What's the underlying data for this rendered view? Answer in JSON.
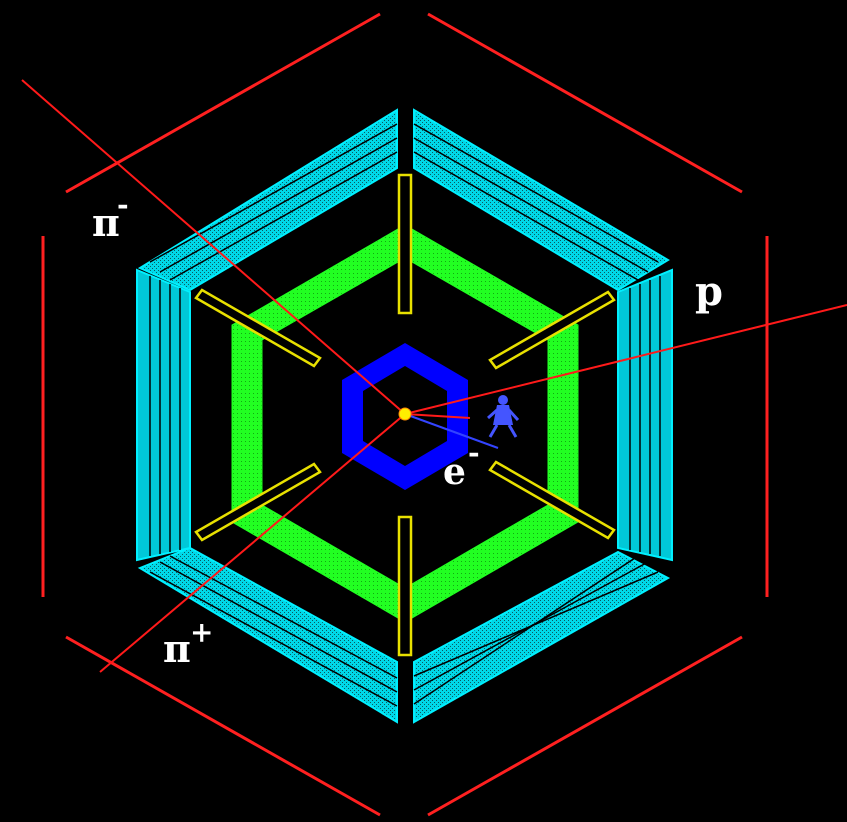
{
  "labels": {
    "pi_minus": "π",
    "pi_minus_charge": "-",
    "proton": "p",
    "electron": "e",
    "electron_charge": "-",
    "pi_plus": "π",
    "pi_plus_charge": "+"
  },
  "colors": {
    "background": "#000000",
    "outer_frame": "#ff2020",
    "track": "#ff1a1a",
    "outer_detector": "#00e5ee",
    "middle_detector": "#22ff22",
    "inner_detector": "#0000ff",
    "strut": "#e8e000",
    "electron_track": "#3344ff",
    "vertex": "#ffee00",
    "label": "#ffffff"
  },
  "icons": {
    "electron_sprite": "figure-icon"
  }
}
